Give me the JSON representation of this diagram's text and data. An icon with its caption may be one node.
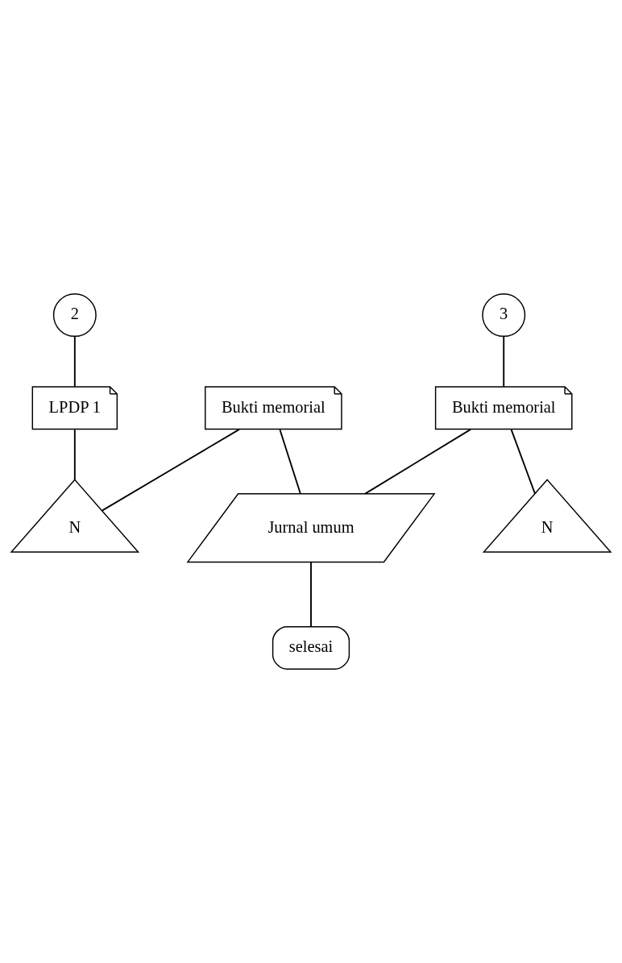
{
  "diagram": {
    "nodes": [
      {
        "text": [
          "2"
        ]
      },
      {
        "text": [
          "3"
        ]
      },
      {
        "text": [
          "LPDP 1"
        ]
      },
      {
        "text": [
          "Bukti memorial"
        ]
      },
      {
        "text": [
          "N"
        ]
      },
      {
        "text": [
          "Bukti memorial"
        ]
      },
      {
        "text": [
          "N"
        ]
      },
      {
        "text": [
          "Jurnal umum"
        ]
      },
      {
        "text": [
          "selesai"
        ]
      }
    ],
    "edges": [
      {
        "from": 0,
        "to": 2,
        "arrow": "none"
      },
      {
        "from": 1,
        "to": 5,
        "arrow": "none"
      },
      {
        "from": 2,
        "to": 4,
        "arrow": "none"
      },
      {
        "from": 3,
        "to": 4,
        "arrow": "none"
      },
      {
        "from": 3,
        "to": 7,
        "arrow": "none"
      },
      {
        "from": 5,
        "to": 6,
        "arrow": "none"
      },
      {
        "from": 5,
        "to": 7,
        "arrow": "none"
      },
      {
        "from": 7,
        "to": 8,
        "arrow": "none"
      }
    ]
  }
}
